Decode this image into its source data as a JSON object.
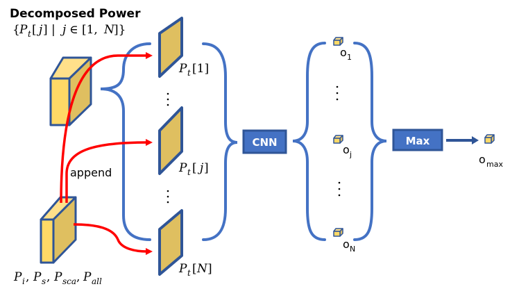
{
  "title": {
    "heading": "Decomposed Power",
    "set_expression": "{Pₜ[ j] | j ∈ [1, N]}"
  },
  "slices": [
    {
      "label_base": "P",
      "label_sub": "t",
      "label_index": "[1]"
    },
    {
      "label_base": "P",
      "label_sub": "t",
      "label_index": "[ j]"
    },
    {
      "label_base": "P",
      "label_sub": "t",
      "label_index": "[N]"
    }
  ],
  "input_block": {
    "label": "Pᵢ, Pₛ, Pₛ꜀ₐ, Pₐₗₗ",
    "terms": [
      {
        "base": "P",
        "sub": "i"
      },
      {
        "base": "P",
        "sub": "s"
      },
      {
        "base": "P",
        "sub": "sca"
      },
      {
        "base": "P",
        "sub": "all"
      }
    ]
  },
  "append_label": "append",
  "cnn_label": "CNN",
  "max_label": "Max",
  "outputs": [
    {
      "base": "o",
      "sub": "1"
    },
    {
      "base": "o",
      "sub": "j"
    },
    {
      "base": "o",
      "sub": "N"
    }
  ],
  "final_output": {
    "base": "o",
    "sub": "max"
  },
  "colors": {
    "brace": "#4472C4",
    "box_fill": "#4472C4",
    "box_border": "#2F5597",
    "cube_front": "#FFD966",
    "cube_side": "#DFBF60",
    "cube_top": "#FFE08A",
    "cube_border": "#2F5597",
    "arrow_red": "#FF0000",
    "arrow_blue": "#2F5597"
  }
}
